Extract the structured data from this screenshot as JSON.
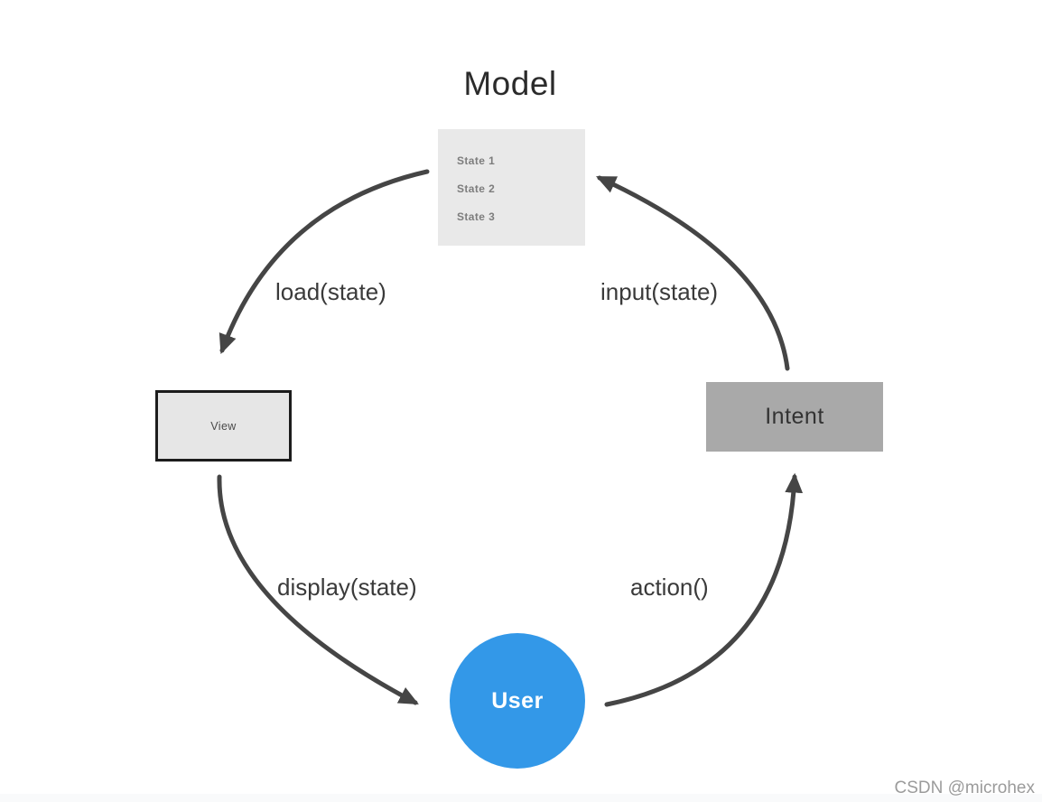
{
  "colors": {
    "user_blue": "#3398e8",
    "intent_gray": "#a9a9a9",
    "model_gray": "#e9e9e9",
    "view_gray": "#e6e6e6",
    "view_border": "#1c1c1c",
    "arrow": "#454545",
    "label_text": "#3a3a3a",
    "state_text": "#7d7d7d",
    "watermark_gray": "#9b9b9b"
  },
  "diagram": {
    "title": "Model",
    "nodes": {
      "model": {
        "states": [
          "State 1",
          "State 2",
          "State 3"
        ]
      },
      "view": {
        "label": "View"
      },
      "intent": {
        "label": "Intent"
      },
      "user": {
        "label": "User"
      }
    },
    "edges": {
      "load": {
        "label": "load(state)",
        "from": "Model",
        "to": "View"
      },
      "display": {
        "label": "display(state)",
        "from": "View",
        "to": "User"
      },
      "action": {
        "label": "action()",
        "from": "User",
        "to": "Intent"
      },
      "input": {
        "label": "input(state)",
        "from": "Intent",
        "to": "Model"
      }
    }
  },
  "watermark": {
    "text": "CSDN @microhex"
  }
}
